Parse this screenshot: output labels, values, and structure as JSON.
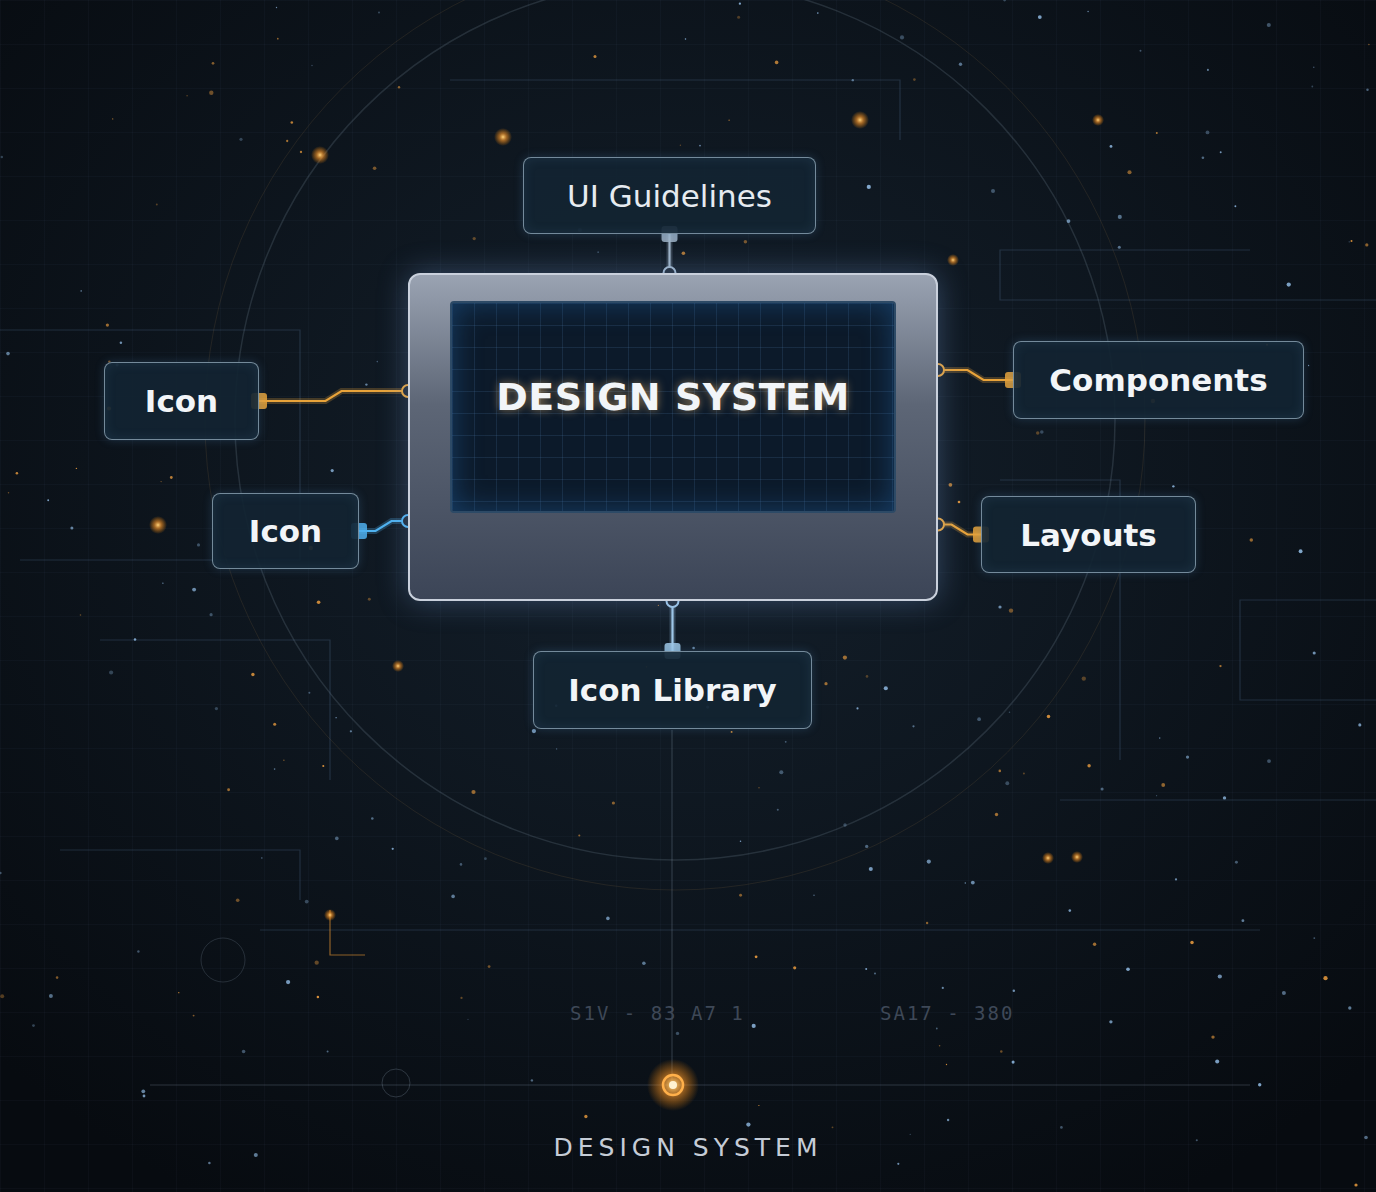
{
  "diagram": {
    "caption": "DESIGN SYSTEM",
    "nodes": [
      {
        "text": [
          "DESIGN SYSTEM"
        ]
      },
      {
        "text": [
          "UI Guidelines"
        ]
      },
      {
        "text": [
          "Icon"
        ]
      },
      {
        "text": [
          "Components"
        ]
      },
      {
        "text": [
          "Icon"
        ]
      },
      {
        "text": [
          "Layouts"
        ]
      },
      {
        "text": [
          "Icon Library"
        ]
      }
    ],
    "edges": [
      {
        "from": 0,
        "to": 1,
        "arrow": "none"
      },
      {
        "from": 0,
        "to": 2,
        "arrow": "none"
      },
      {
        "from": 0,
        "to": 3,
        "arrow": "none"
      },
      {
        "from": 0,
        "to": 4,
        "arrow": "none"
      },
      {
        "from": 0,
        "to": 5,
        "arrow": "none"
      },
      {
        "from": 0,
        "to": 6,
        "arrow": "none"
      }
    ],
    "labels": [
      "S1V - 83 A7 1",
      "SA17 - 380"
    ]
  }
}
